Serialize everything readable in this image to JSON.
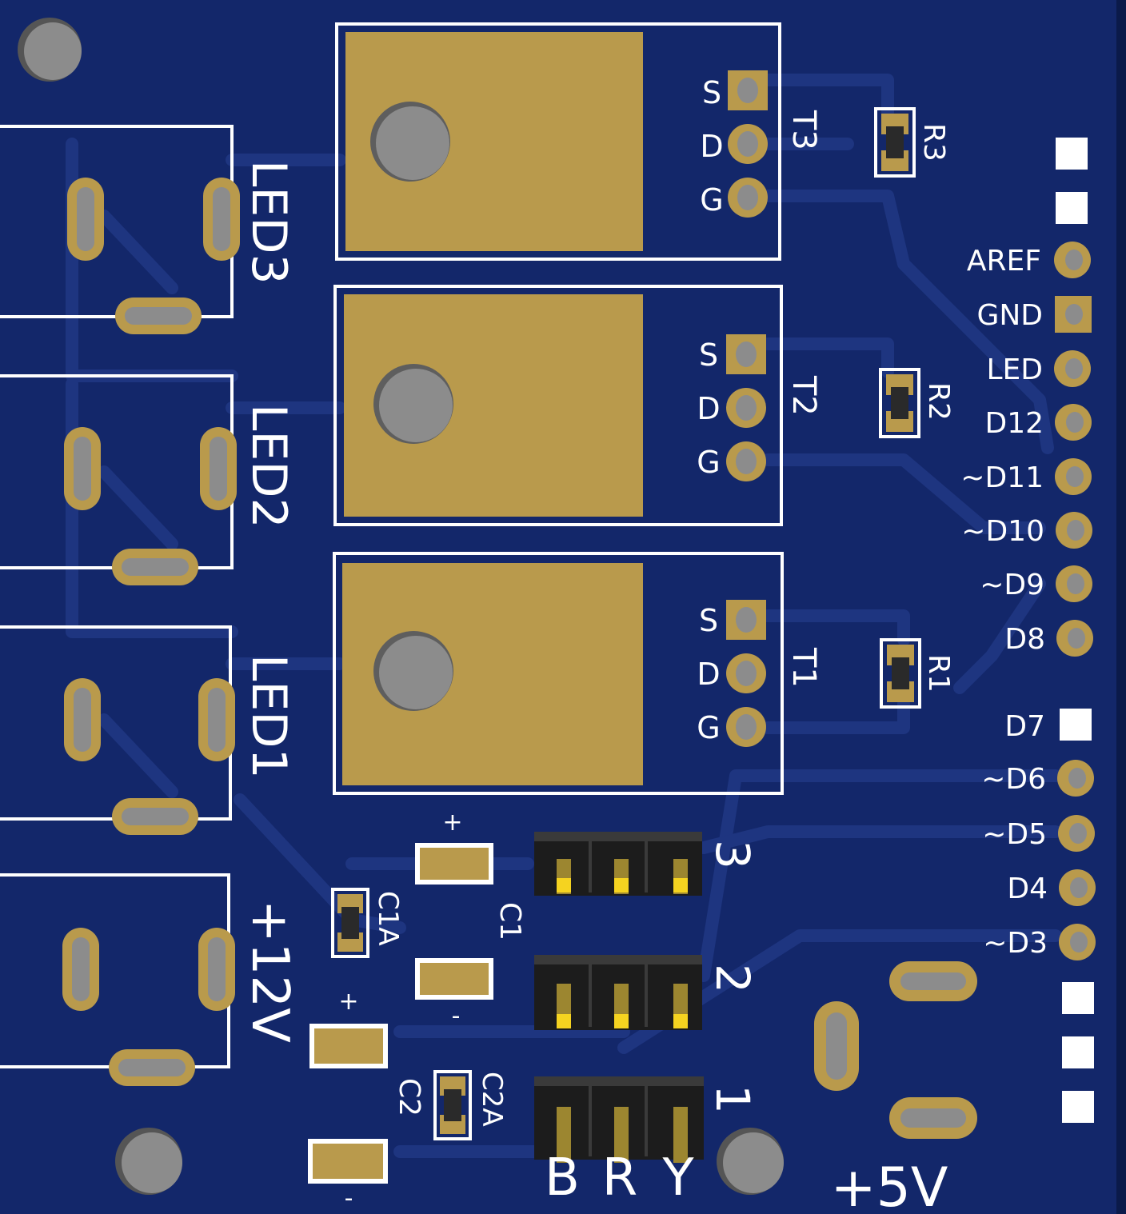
{
  "colors": {
    "board": "#13276a",
    "trace": "#1e3580",
    "copper": "#b99a4c",
    "silkscreen": "#ffffff",
    "hole": "#8c8c8c",
    "header_body": "#1c1c1c",
    "header_pin": "#d9b51e"
  },
  "transistors": [
    {
      "ref": "T3",
      "pins": [
        "S",
        "D",
        "G"
      ]
    },
    {
      "ref": "T2",
      "pins": [
        "S",
        "D",
        "G"
      ]
    },
    {
      "ref": "T1",
      "pins": [
        "S",
        "D",
        "G"
      ]
    }
  ],
  "resistors": [
    "R3",
    "R2",
    "R1"
  ],
  "connectors": [
    "LED3",
    "LED2",
    "LED1",
    "+12V"
  ],
  "capacitors": {
    "large": [
      "C1",
      "C2"
    ],
    "small": [
      "C1A",
      "C2A"
    ],
    "plus": "+",
    "minus": "-"
  },
  "headers": {
    "labels": [
      "3",
      "2",
      "1"
    ],
    "pin_labels": [
      "B",
      "R",
      "Y"
    ]
  },
  "power_5v_label": "+5V",
  "arduino_pins": [
    "AREF",
    "GND",
    "LED",
    "D12",
    "~D11",
    "~D10",
    "~D9",
    "D8",
    "D7",
    "~D6",
    "~D5",
    "D4",
    "~D3"
  ]
}
